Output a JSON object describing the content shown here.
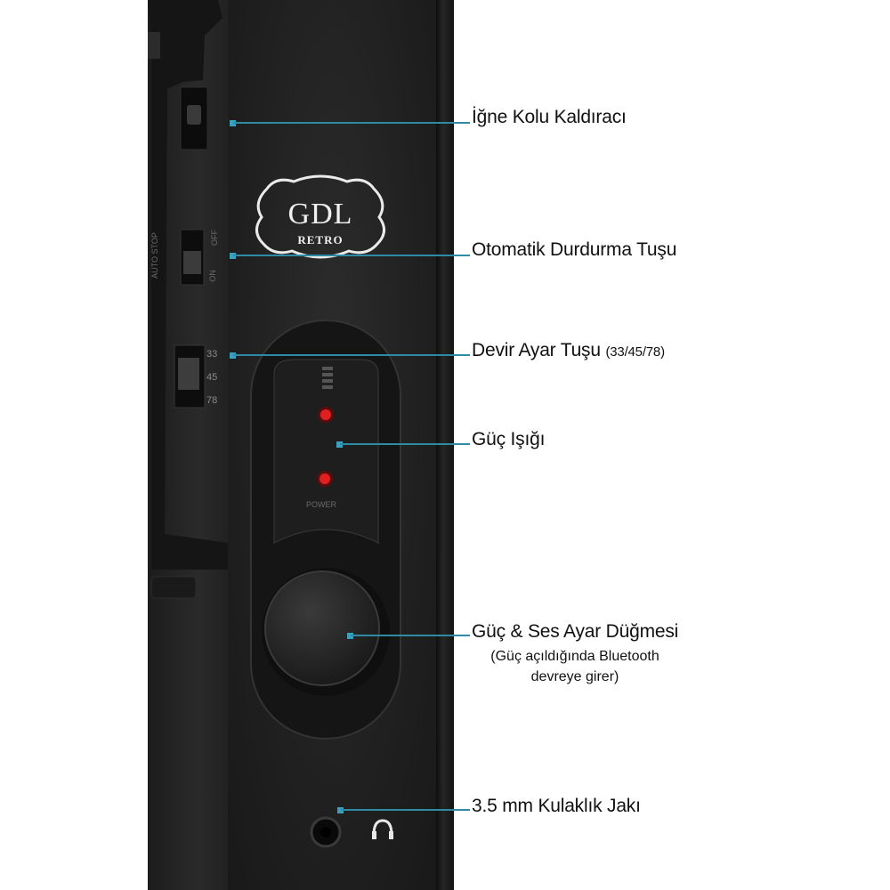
{
  "logo": {
    "brand": "GDL",
    "sub": "RETRO"
  },
  "switch_text": {
    "auto_stop": "AUTO STOP",
    "on": "ON",
    "off": "OFF",
    "speeds": [
      "33",
      "45",
      "78"
    ],
    "power": "POWER"
  },
  "callouts": [
    {
      "id": "needle-lift",
      "label": "İğne Kolu Kaldıracı"
    },
    {
      "id": "auto-stop",
      "label": "Otomatik Durdurma Tuşu"
    },
    {
      "id": "speed",
      "label": "Devir Ayar Tuşu",
      "suffix": "(33/45/78)"
    },
    {
      "id": "power-light",
      "label": "Güç Işığı"
    },
    {
      "id": "volume-knob",
      "label": "Güç & Ses Ayar Düğmesi",
      "note_line1": "(Güç açıldığında Bluetooth",
      "note_line2": "devreye girer)"
    },
    {
      "id": "headphone",
      "label": "3.5 mm Kulaklık Jakı"
    }
  ],
  "colors": {
    "leader": "#2f8aa6",
    "led": "#e02020",
    "body": "#1f1f1f"
  }
}
